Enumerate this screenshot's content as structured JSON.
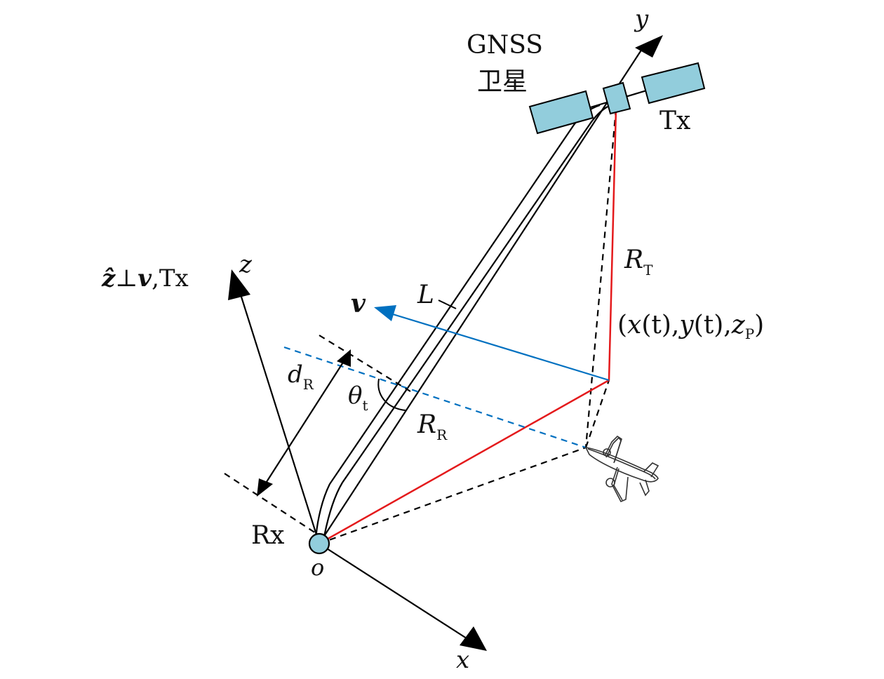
{
  "satellite": {
    "name_line1": "GNSS",
    "name_line2": "卫星",
    "tx_label": "Tx",
    "panel_color": "#92cddc"
  },
  "receiver": {
    "label": "Rx",
    "origin_label": "o",
    "color": "#92cddc"
  },
  "axes": {
    "x": "x",
    "y": "y",
    "z": "z",
    "z_definition": {
      "hat": "ẑ",
      "perp": "⊥",
      "v": "v",
      "rest": ",Tx"
    }
  },
  "labels": {
    "baseline": "L",
    "velocity": "v",
    "d_main": "d",
    "d_sub": "R",
    "theta_main": "θ",
    "theta_sub": "t",
    "rr_main": "R",
    "rr_sub": "R",
    "rt_main": "R",
    "rt_sub": "T",
    "target_pos": {
      "open": "(",
      "x": "x",
      "t1": "(t)",
      "comma1": ",",
      "y": "y",
      "t2": "(t)",
      "comma2": ",",
      "z": "z",
      "z_sub": "P",
      "close": ")"
    }
  },
  "colors": {
    "bistatic_path": "#e41a1c",
    "velocity": "#0070c0",
    "dashed_blue": "#0070c0",
    "axis": "#000000"
  }
}
